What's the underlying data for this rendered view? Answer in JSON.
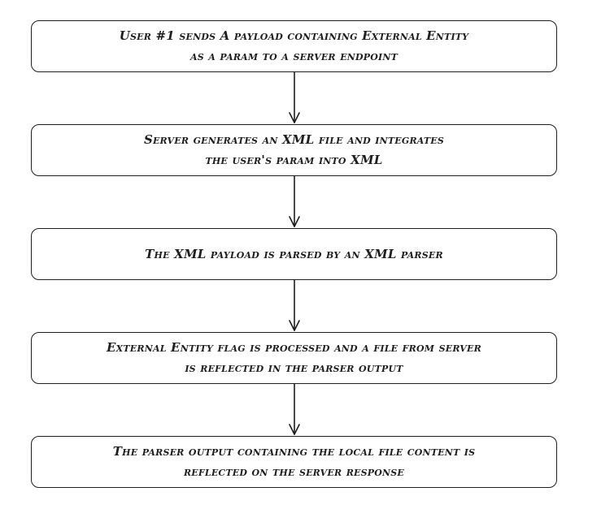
{
  "diagram": {
    "type": "flowchart",
    "steps": [
      {
        "lines": [
          "User #1 sends A payload containing External Entity",
          "as a param to a server endpoint"
        ]
      },
      {
        "lines": [
          "Server generates an XML file and integrates",
          "the user's param into XML"
        ]
      },
      {
        "lines": [
          "The XML payload is parsed by an XML parser"
        ]
      },
      {
        "lines": [
          "External Entity flag is processed and a file from server",
          "is reflected in the parser output"
        ]
      },
      {
        "lines": [
          "The parser output containing the local file content is",
          "reflected on the server response"
        ]
      }
    ],
    "stroke_color": "#1e1e1e",
    "background_color": "#ffffff"
  }
}
